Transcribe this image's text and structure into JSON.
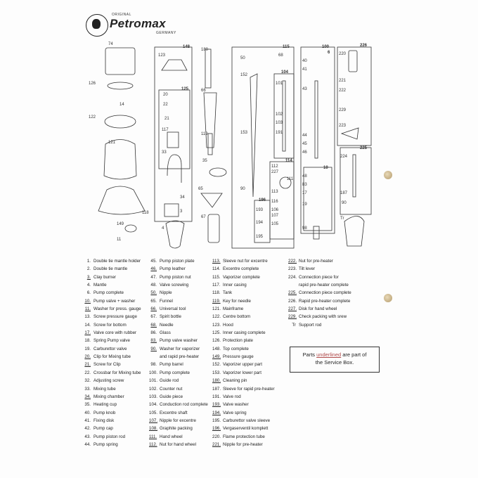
{
  "logo": {
    "top_text": "ORIGINAL",
    "brand": "Petromax",
    "bottom_text": "GERMANY"
  },
  "diagram": {
    "part_numbers": {
      "p74": "74",
      "p126": "126",
      "p14": "14",
      "p122": "122",
      "p121": "121",
      "p118": "118",
      "p149": "149",
      "p11": "11",
      "p4": "4",
      "p148": "148",
      "p123": "123",
      "p125": "125",
      "p20": "20",
      "p22": "22",
      "p21": "21",
      "p117": "117",
      "p33": "33",
      "p34": "34",
      "p3": "3",
      "p180": "180",
      "p66": "66",
      "p119": "119",
      "p35": "35",
      "p65": "65",
      "p67": "67",
      "p115": "115",
      "p50": "50",
      "p68": "68",
      "p104": "104",
      "p152": "152",
      "p101": "101",
      "p102": "102",
      "p103": "103",
      "p191": "191",
      "p153": "153",
      "p114": "114",
      "p112": "112",
      "p227": "227",
      "p111": "111",
      "p113": "113",
      "p116": "116",
      "p106": "106",
      "p107": "107",
      "p105": "105",
      "p90a": "90",
      "p196": "196",
      "p193": "193",
      "p194": "194",
      "p195": "195",
      "p100": "100",
      "p6": "6",
      "p40": "40",
      "p41": "41",
      "p43": "43",
      "p44": "44",
      "p45": "45",
      "p46": "46",
      "p10": "10",
      "p48": "48",
      "p83": "83",
      "p17": "17",
      "p19": "19",
      "p98": "98",
      "p226": "226",
      "p220": "220",
      "p221": "221",
      "p222": "222",
      "p229": "229",
      "p223": "223",
      "p225": "225",
      "p224": "224",
      "p187": "187",
      "p90b": "90",
      "pTr": "Tr"
    }
  },
  "parts_list": {
    "col1": [
      {
        "num": "1.",
        "desc": "Double tie mantle holder",
        "u": false
      },
      {
        "num": "2.",
        "desc": "Double tie mantle",
        "u": false
      },
      {
        "num": "3.",
        "desc": "Clay burner",
        "u": true
      },
      {
        "num": "4.",
        "desc": "Mantle",
        "u": false
      },
      {
        "num": "6.",
        "desc": "Pump complete",
        "u": false
      },
      {
        "num": "10.",
        "desc": "Pump valve + washer",
        "u": true
      },
      {
        "num": "11.",
        "desc": "Washer for press. gauge",
        "u": true
      },
      {
        "num": "13.",
        "desc": "Screw pressure gauge",
        "u": false
      },
      {
        "num": "14.",
        "desc": "Screw for bottom",
        "u": false
      },
      {
        "num": "17.",
        "desc": "Valve core with rubber",
        "u": true
      },
      {
        "num": "18.",
        "desc": "Spring Pump valve",
        "u": false
      },
      {
        "num": "19.",
        "desc": "Carburettor valve",
        "u": false
      },
      {
        "num": "20.",
        "desc": "Clip for Mixing tube",
        "u": true
      },
      {
        "num": "21.",
        "desc": "Screw for Clip",
        "u": true
      },
      {
        "num": "22.",
        "desc": "Crossbar for Mixing tube",
        "u": false
      },
      {
        "num": "32.",
        "desc": "Adjusting screw",
        "u": false
      },
      {
        "num": "33.",
        "desc": "Mixing tube",
        "u": false
      },
      {
        "num": "34.",
        "desc": "Mixing chamber",
        "u": true
      },
      {
        "num": "35.",
        "desc": "Heating cup",
        "u": false
      },
      {
        "num": "40.",
        "desc": "Pump knob",
        "u": false
      },
      {
        "num": "41.",
        "desc": "Fixing disk",
        "u": false
      },
      {
        "num": "42.",
        "desc": "Pump cap",
        "u": false
      },
      {
        "num": "43.",
        "desc": "Pump piston rod",
        "u": false
      },
      {
        "num": "44.",
        "desc": "Pump spring",
        "u": false
      }
    ],
    "col2": [
      {
        "num": "45.",
        "desc": "Pump piston plate",
        "u": false
      },
      {
        "num": "46.",
        "desc": "Pump leather",
        "u": true
      },
      {
        "num": "47.",
        "desc": "Pump piston nut",
        "u": false
      },
      {
        "num": "48.",
        "desc": "Valve screwing",
        "u": false
      },
      {
        "num": "50.",
        "desc": "Nipple",
        "u": true
      },
      {
        "num": "65.",
        "desc": "Funnel",
        "u": false
      },
      {
        "num": "66.",
        "desc": "Universal tool",
        "u": true
      },
      {
        "num": "67.",
        "desc": "Spirit bottle",
        "u": false
      },
      {
        "num": "68.",
        "desc": "Needle",
        "u": true
      },
      {
        "num": "86.",
        "desc": "Glass",
        "u": false
      },
      {
        "num": "83.",
        "desc": "Pump valve washer",
        "u": true
      },
      {
        "num": "90.",
        "desc": "Washer for vaporizer",
        "u": true
      },
      {
        "num": "",
        "desc": "and rapid pre-heater",
        "u": false
      },
      {
        "num": "98.",
        "desc": "Pump barrel",
        "u": false
      },
      {
        "num": "100.",
        "desc": "Pump complete",
        "u": false
      },
      {
        "num": "101.",
        "desc": "Guide rod",
        "u": false
      },
      {
        "num": "102.",
        "desc": "Counter nut",
        "u": false
      },
      {
        "num": "103.",
        "desc": "Guide piece",
        "u": false
      },
      {
        "num": "104.",
        "desc": "Conduction rod complete",
        "u": false
      },
      {
        "num": "105.",
        "desc": "Excentre shaft",
        "u": false
      },
      {
        "num": "107.",
        "desc": "Nipple for excentre",
        "u": true
      },
      {
        "num": "108.",
        "desc": "Graphite packing",
        "u": true
      },
      {
        "num": "111.",
        "desc": "Hand wheel",
        "u": true
      },
      {
        "num": "112.",
        "desc": "Nut for hand wheel",
        "u": true
      }
    ],
    "col3": [
      {
        "num": "113.",
        "desc": "Sleeve nut for excentre",
        "u": true
      },
      {
        "num": "114.",
        "desc": "Excentre complete",
        "u": false
      },
      {
        "num": "115.",
        "desc": "Vaporizer complete",
        "u": false
      },
      {
        "num": "117.",
        "desc": "Inner casing",
        "u": false
      },
      {
        "num": "118.",
        "desc": "Tank",
        "u": false
      },
      {
        "num": "119.",
        "desc": "Key for needle",
        "u": true
      },
      {
        "num": "121.",
        "desc": "Mainframe",
        "u": false
      },
      {
        "num": "122.",
        "desc": "Centre bottom",
        "u": false
      },
      {
        "num": "123.",
        "desc": "Hood",
        "u": false
      },
      {
        "num": "125.",
        "desc": "Inner casing complete",
        "u": false
      },
      {
        "num": "126.",
        "desc": "Protection plate",
        "u": false
      },
      {
        "num": "148.",
        "desc": "Top complete",
        "u": false
      },
      {
        "num": "149.",
        "desc": "Pressure gauge",
        "u": true
      },
      {
        "num": "152.",
        "desc": "Vaporizer upper part",
        "u": false
      },
      {
        "num": "153.",
        "desc": "Vaporizer lower part",
        "u": false
      },
      {
        "num": "180.",
        "desc": "Cleaning pin",
        "u": true
      },
      {
        "num": "187.",
        "desc": "Sleeve for rapid pre-heater",
        "u": false
      },
      {
        "num": "191.",
        "desc": "Valve rod",
        "u": false
      },
      {
        "num": "193.",
        "desc": "Valve washer",
        "u": true
      },
      {
        "num": "194.",
        "desc": "Valve spring",
        "u": true
      },
      {
        "num": "195.",
        "desc": "Carburettor valve sleeve",
        "u": false
      },
      {
        "num": "196.",
        "desc": "Vergaserventil komplett",
        "u": true
      },
      {
        "num": "220.",
        "desc": "Flame protection tube",
        "u": false
      },
      {
        "num": "221.",
        "desc": "Nipple for pre-heater",
        "u": true
      }
    ],
    "col4": [
      {
        "num": "222.",
        "desc": "Nut for pre-heater",
        "u": true
      },
      {
        "num": "223.",
        "desc": "Tilt lever",
        "u": false
      },
      {
        "num": "224.",
        "desc": "Connection piece for",
        "u": false
      },
      {
        "num": "",
        "desc": "rapid pre-heater complete",
        "u": false
      },
      {
        "num": "225.",
        "desc": "Connection piece complete",
        "u": true
      },
      {
        "num": "226.",
        "desc": "Rapid pre-heater complete",
        "u": false
      },
      {
        "num": "227.",
        "desc": "Disk for hand wheel",
        "u": true
      },
      {
        "num": "229.",
        "desc": "Check packing with srew",
        "u": true
      },
      {
        "num": "Tr",
        "desc": "Support rod",
        "u": false
      }
    ]
  },
  "legend": {
    "prefix": "Parts ",
    "underlined": "underlined",
    "suffix": " are part of",
    "line2": "the Service Box."
  }
}
